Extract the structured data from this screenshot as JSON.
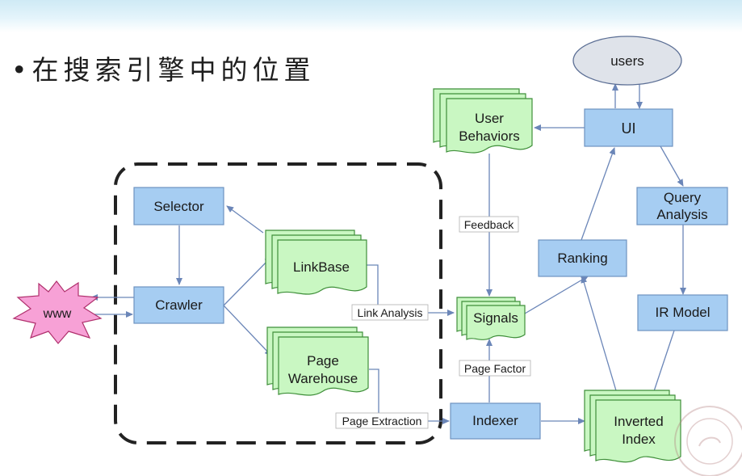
{
  "slide": {
    "title": "•在搜索引擎中的位置"
  },
  "nodes": {
    "users": "users",
    "ui": "UI",
    "user_behaviors": [
      "User",
      "Behaviors"
    ],
    "query_analysis": [
      "Query",
      "Analysis"
    ],
    "selector": "Selector",
    "crawler": "Crawler",
    "www": "www",
    "linkbase": "LinkBase",
    "page_warehouse": [
      "Page",
      "Warehouse"
    ],
    "signals": "Signals",
    "ranking": "Ranking",
    "ir_model": "IR Model",
    "indexer": "Indexer",
    "inverted_index": [
      "Inverted",
      "Index"
    ]
  },
  "edge_labels": {
    "feedback": "Feedback",
    "link_analysis": "Link Analysis",
    "page_factor": "Page Factor",
    "page_extraction": "Page Extraction"
  },
  "colors": {
    "process_box": "#a6cdf2",
    "storage": "#c9f7c2",
    "star": "#f7a1d6",
    "ellipse": "#dfe3ea",
    "edge": "#6b86b8"
  }
}
